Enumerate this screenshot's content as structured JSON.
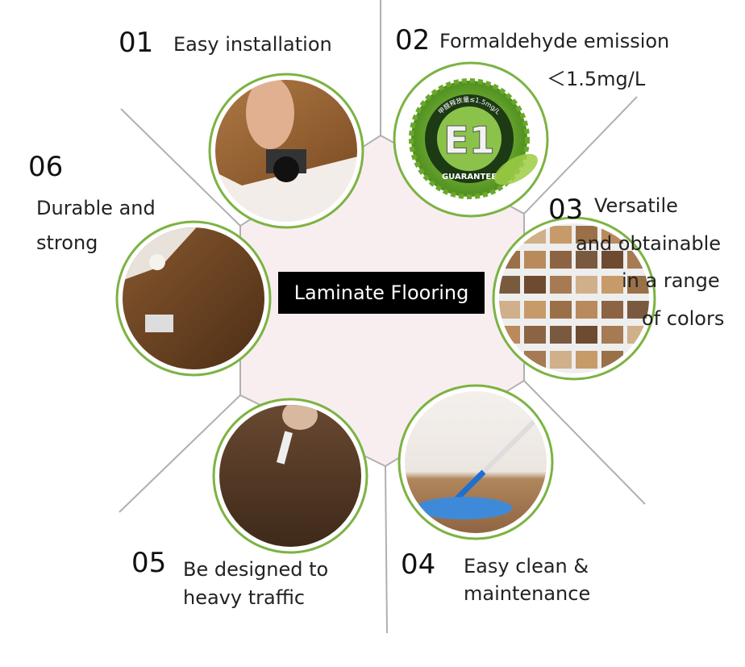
{
  "center_label": "Laminate Flooring",
  "accent_color": "#7cb342",
  "features": [
    {
      "number": "01",
      "lines": [
        "Easy installation"
      ],
      "image": "installing-floor-photo"
    },
    {
      "number": "02",
      "lines": [
        "Formaldehyde emission",
        "＜1.5mg/L"
      ],
      "image": "e1-guarantee-badge",
      "badge": {
        "main": "E1",
        "ring_bottom": "GUARANTEE",
        "ring_top": "甲醛释放量≤1.5mg/L"
      }
    },
    {
      "number": "03",
      "lines": [
        "Versatile",
        "and obtainable",
        "in a range",
        "of colors"
      ],
      "image": "color-swatches-photo"
    },
    {
      "number": "04",
      "lines": [
        "Easy clean &",
        "maintenance"
      ],
      "image": "mop-photo"
    },
    {
      "number": "05",
      "lines": [
        "Be designed to",
        "heavy traffic"
      ],
      "image": "scratch-test-photo"
    },
    {
      "number": "06",
      "lines": [
        "Durable and",
        "strong"
      ],
      "image": "wood-floor-room-photo"
    }
  ]
}
